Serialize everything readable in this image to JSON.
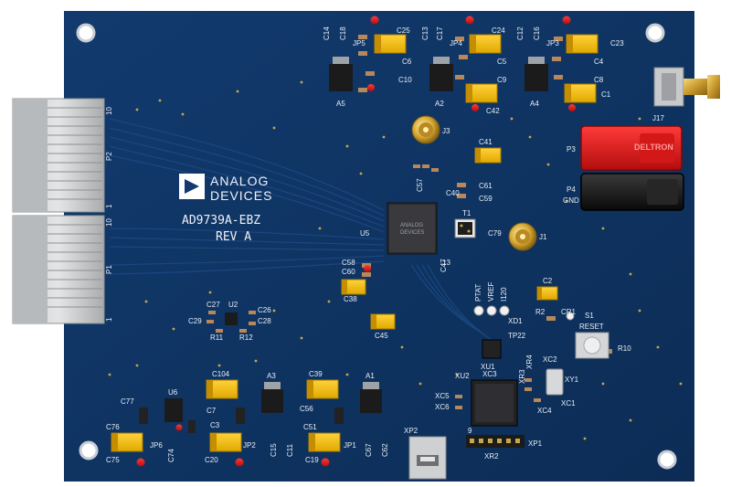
{
  "logo": {
    "line1": "ANALOG",
    "line2": "DEVICES"
  },
  "board": {
    "model": "AD9739A-EBZ",
    "revision": "REV A"
  },
  "chip_marking": {
    "line1": "ANALOG",
    "line2": "DEVICES"
  },
  "connector_p3": {
    "print": "DELTRON"
  },
  "labels": {
    "u5": "U5",
    "u2": "U2",
    "u6": "U6",
    "a1": "A1",
    "a2": "A2",
    "a3": "A3",
    "a4": "A4",
    "a5": "A5",
    "jp1": "JP1",
    "jp2": "JP2",
    "jp3": "JP3",
    "jp4": "JP4",
    "jp5": "JP5",
    "jp6": "JP6",
    "j1": "J1",
    "j3": "J3",
    "j17": "J17",
    "t1": "T1",
    "p1": "P1",
    "p2": "P2",
    "p3": "P3",
    "p4": "P4",
    "gnd": "GND",
    "reset": "RESET",
    "s1": "S1",
    "r10": "R10",
    "r2": "R2",
    "r11": "R11",
    "r12": "R12",
    "cr1": "CR1",
    "xd1": "XD1",
    "xu1": "XU1",
    "xu2": "XU2",
    "xc2": "XC2",
    "xc3": "XC3",
    "xc1": "XC1",
    "xc4": "XC4",
    "xy1": "XY1",
    "xp1": "XP1",
    "xp2": "XP2",
    "xr2": "XR2",
    "tp22": "TP22",
    "ptat": "PTAT",
    "vref": "VREF",
    "i120": "I120",
    "c1": "C1",
    "c2": "C2",
    "c3": "C3",
    "c4": "C4",
    "c5": "C5",
    "c6": "C6",
    "c7": "C7",
    "c8": "C8",
    "c9": "C9",
    "c10": "C10",
    "c11": "C11",
    "c12": "C12",
    "c13": "C13",
    "c14": "C14",
    "c16": "C16",
    "c17": "C17",
    "c18": "C18",
    "c19": "C19",
    "c20": "C20",
    "c23": "C23",
    "c24": "C24",
    "c25": "C25",
    "c26": "C26",
    "c27": "C27",
    "c28": "C28",
    "c29": "C29",
    "c38": "C38",
    "c39": "C39",
    "c41": "C41",
    "c42": "C42",
    "c45": "C45",
    "c47": "C47",
    "c51": "C51",
    "c56": "C56",
    "c58": "C58",
    "c59": "C59",
    "c60": "C60",
    "c61": "C61",
    "c74": "C74",
    "c75": "C75",
    "c76": "C76",
    "c77": "C77",
    "c79": "C79",
    "c104": "C104",
    "c15": "C15",
    "c67": "C67",
    "c62": "C62",
    "c57": "C57",
    "c40": "C40",
    "xc5": "XC5",
    "xc6": "XC6",
    "xr4": "XR4",
    "xr3": "XR3",
    "pin10a": "10",
    "pin1a": "1",
    "pin10b": "10",
    "pin1b": "1",
    "pin13": "13",
    "pin9": "9"
  }
}
